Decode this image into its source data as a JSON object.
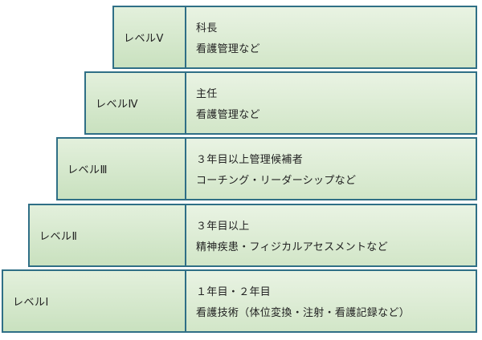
{
  "levels": [
    {
      "label": "レベルⅤ",
      "line1": "科長",
      "line2": "看護管理など"
    },
    {
      "label": "レベルⅣ",
      "line1": "主任",
      "line2": "看護管理など"
    },
    {
      "label": "レベルⅢ",
      "line1": "３年目以上管理候補者",
      "line2": "コーチング・リーダーシップなど"
    },
    {
      "label": "レベルⅡ",
      "line1": "３年目以上",
      "line2": "精神疾患・フィジカルアセスメントなど"
    },
    {
      "label": "レベルⅠ",
      "line1": "１年目・２年目",
      "line2": "看護技術（体位変換・注射・看護記録など）"
    }
  ]
}
